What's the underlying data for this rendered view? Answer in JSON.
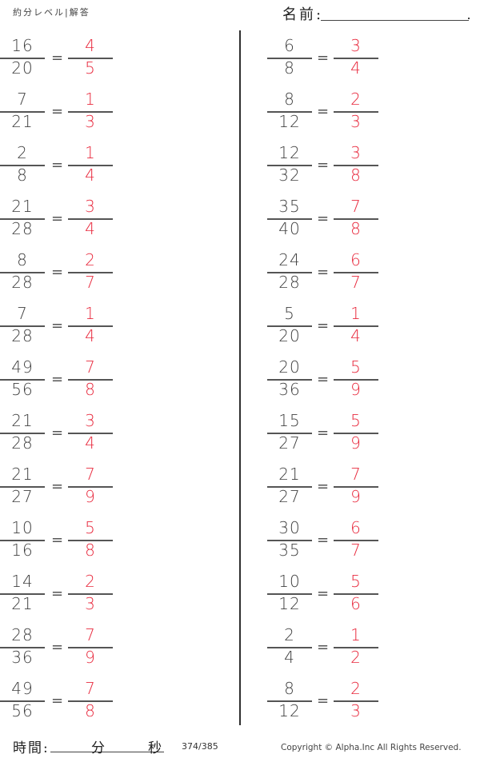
{
  "header": {
    "title": "約分レベル|解答",
    "name_label": "名前:"
  },
  "colors": {
    "question": "#3f3f3f",
    "answer": "#e8283c",
    "divider": "#2f2f2f"
  },
  "left_column": [
    {
      "q_num": "16",
      "q_den": "20",
      "eq": "=",
      "a_num": "4",
      "a_den": "5"
    },
    {
      "q_num": "7",
      "q_den": "21",
      "eq": "=",
      "a_num": "1",
      "a_den": "3"
    },
    {
      "q_num": "2",
      "q_den": "8",
      "eq": "=",
      "a_num": "1",
      "a_den": "4"
    },
    {
      "q_num": "21",
      "q_den": "28",
      "eq": "=",
      "a_num": "3",
      "a_den": "4"
    },
    {
      "q_num": "8",
      "q_den": "28",
      "eq": "=",
      "a_num": "2",
      "a_den": "7"
    },
    {
      "q_num": "7",
      "q_den": "28",
      "eq": "=",
      "a_num": "1",
      "a_den": "4"
    },
    {
      "q_num": "49",
      "q_den": "56",
      "eq": "=",
      "a_num": "7",
      "a_den": "8"
    },
    {
      "q_num": "21",
      "q_den": "28",
      "eq": "=",
      "a_num": "3",
      "a_den": "4"
    },
    {
      "q_num": "21",
      "q_den": "27",
      "eq": "=",
      "a_num": "7",
      "a_den": "9"
    },
    {
      "q_num": "10",
      "q_den": "16",
      "eq": "=",
      "a_num": "5",
      "a_den": "8"
    },
    {
      "q_num": "14",
      "q_den": "21",
      "eq": "=",
      "a_num": "2",
      "a_den": "3"
    },
    {
      "q_num": "28",
      "q_den": "36",
      "eq": "=",
      "a_num": "7",
      "a_den": "9"
    },
    {
      "q_num": "49",
      "q_den": "56",
      "eq": "=",
      "a_num": "7",
      "a_den": "8"
    }
  ],
  "right_column": [
    {
      "q_num": "6",
      "q_den": "8",
      "eq": "=",
      "a_num": "3",
      "a_den": "4"
    },
    {
      "q_num": "8",
      "q_den": "12",
      "eq": "=",
      "a_num": "2",
      "a_den": "3"
    },
    {
      "q_num": "12",
      "q_den": "32",
      "eq": "=",
      "a_num": "3",
      "a_den": "8"
    },
    {
      "q_num": "35",
      "q_den": "40",
      "eq": "=",
      "a_num": "7",
      "a_den": "8"
    },
    {
      "q_num": "24",
      "q_den": "28",
      "eq": "=",
      "a_num": "6",
      "a_den": "7"
    },
    {
      "q_num": "5",
      "q_den": "20",
      "eq": "=",
      "a_num": "1",
      "a_den": "4"
    },
    {
      "q_num": "20",
      "q_den": "36",
      "eq": "=",
      "a_num": "5",
      "a_den": "9"
    },
    {
      "q_num": "15",
      "q_den": "27",
      "eq": "=",
      "a_num": "5",
      "a_den": "9"
    },
    {
      "q_num": "21",
      "q_den": "27",
      "eq": "=",
      "a_num": "7",
      "a_den": "9"
    },
    {
      "q_num": "30",
      "q_den": "35",
      "eq": "=",
      "a_num": "6",
      "a_den": "7"
    },
    {
      "q_num": "10",
      "q_den": "12",
      "eq": "=",
      "a_num": "5",
      "a_den": "6"
    },
    {
      "q_num": "2",
      "q_den": "4",
      "eq": "=",
      "a_num": "1",
      "a_den": "2"
    },
    {
      "q_num": "8",
      "q_den": "12",
      "eq": "=",
      "a_num": "2",
      "a_den": "3"
    }
  ],
  "footer": {
    "time_label": "時間:",
    "minutes_label": "分",
    "seconds_label": "秒",
    "page": "374/385",
    "copyright": "Copyright ©  Alpha.Inc All Rights Reserved."
  }
}
